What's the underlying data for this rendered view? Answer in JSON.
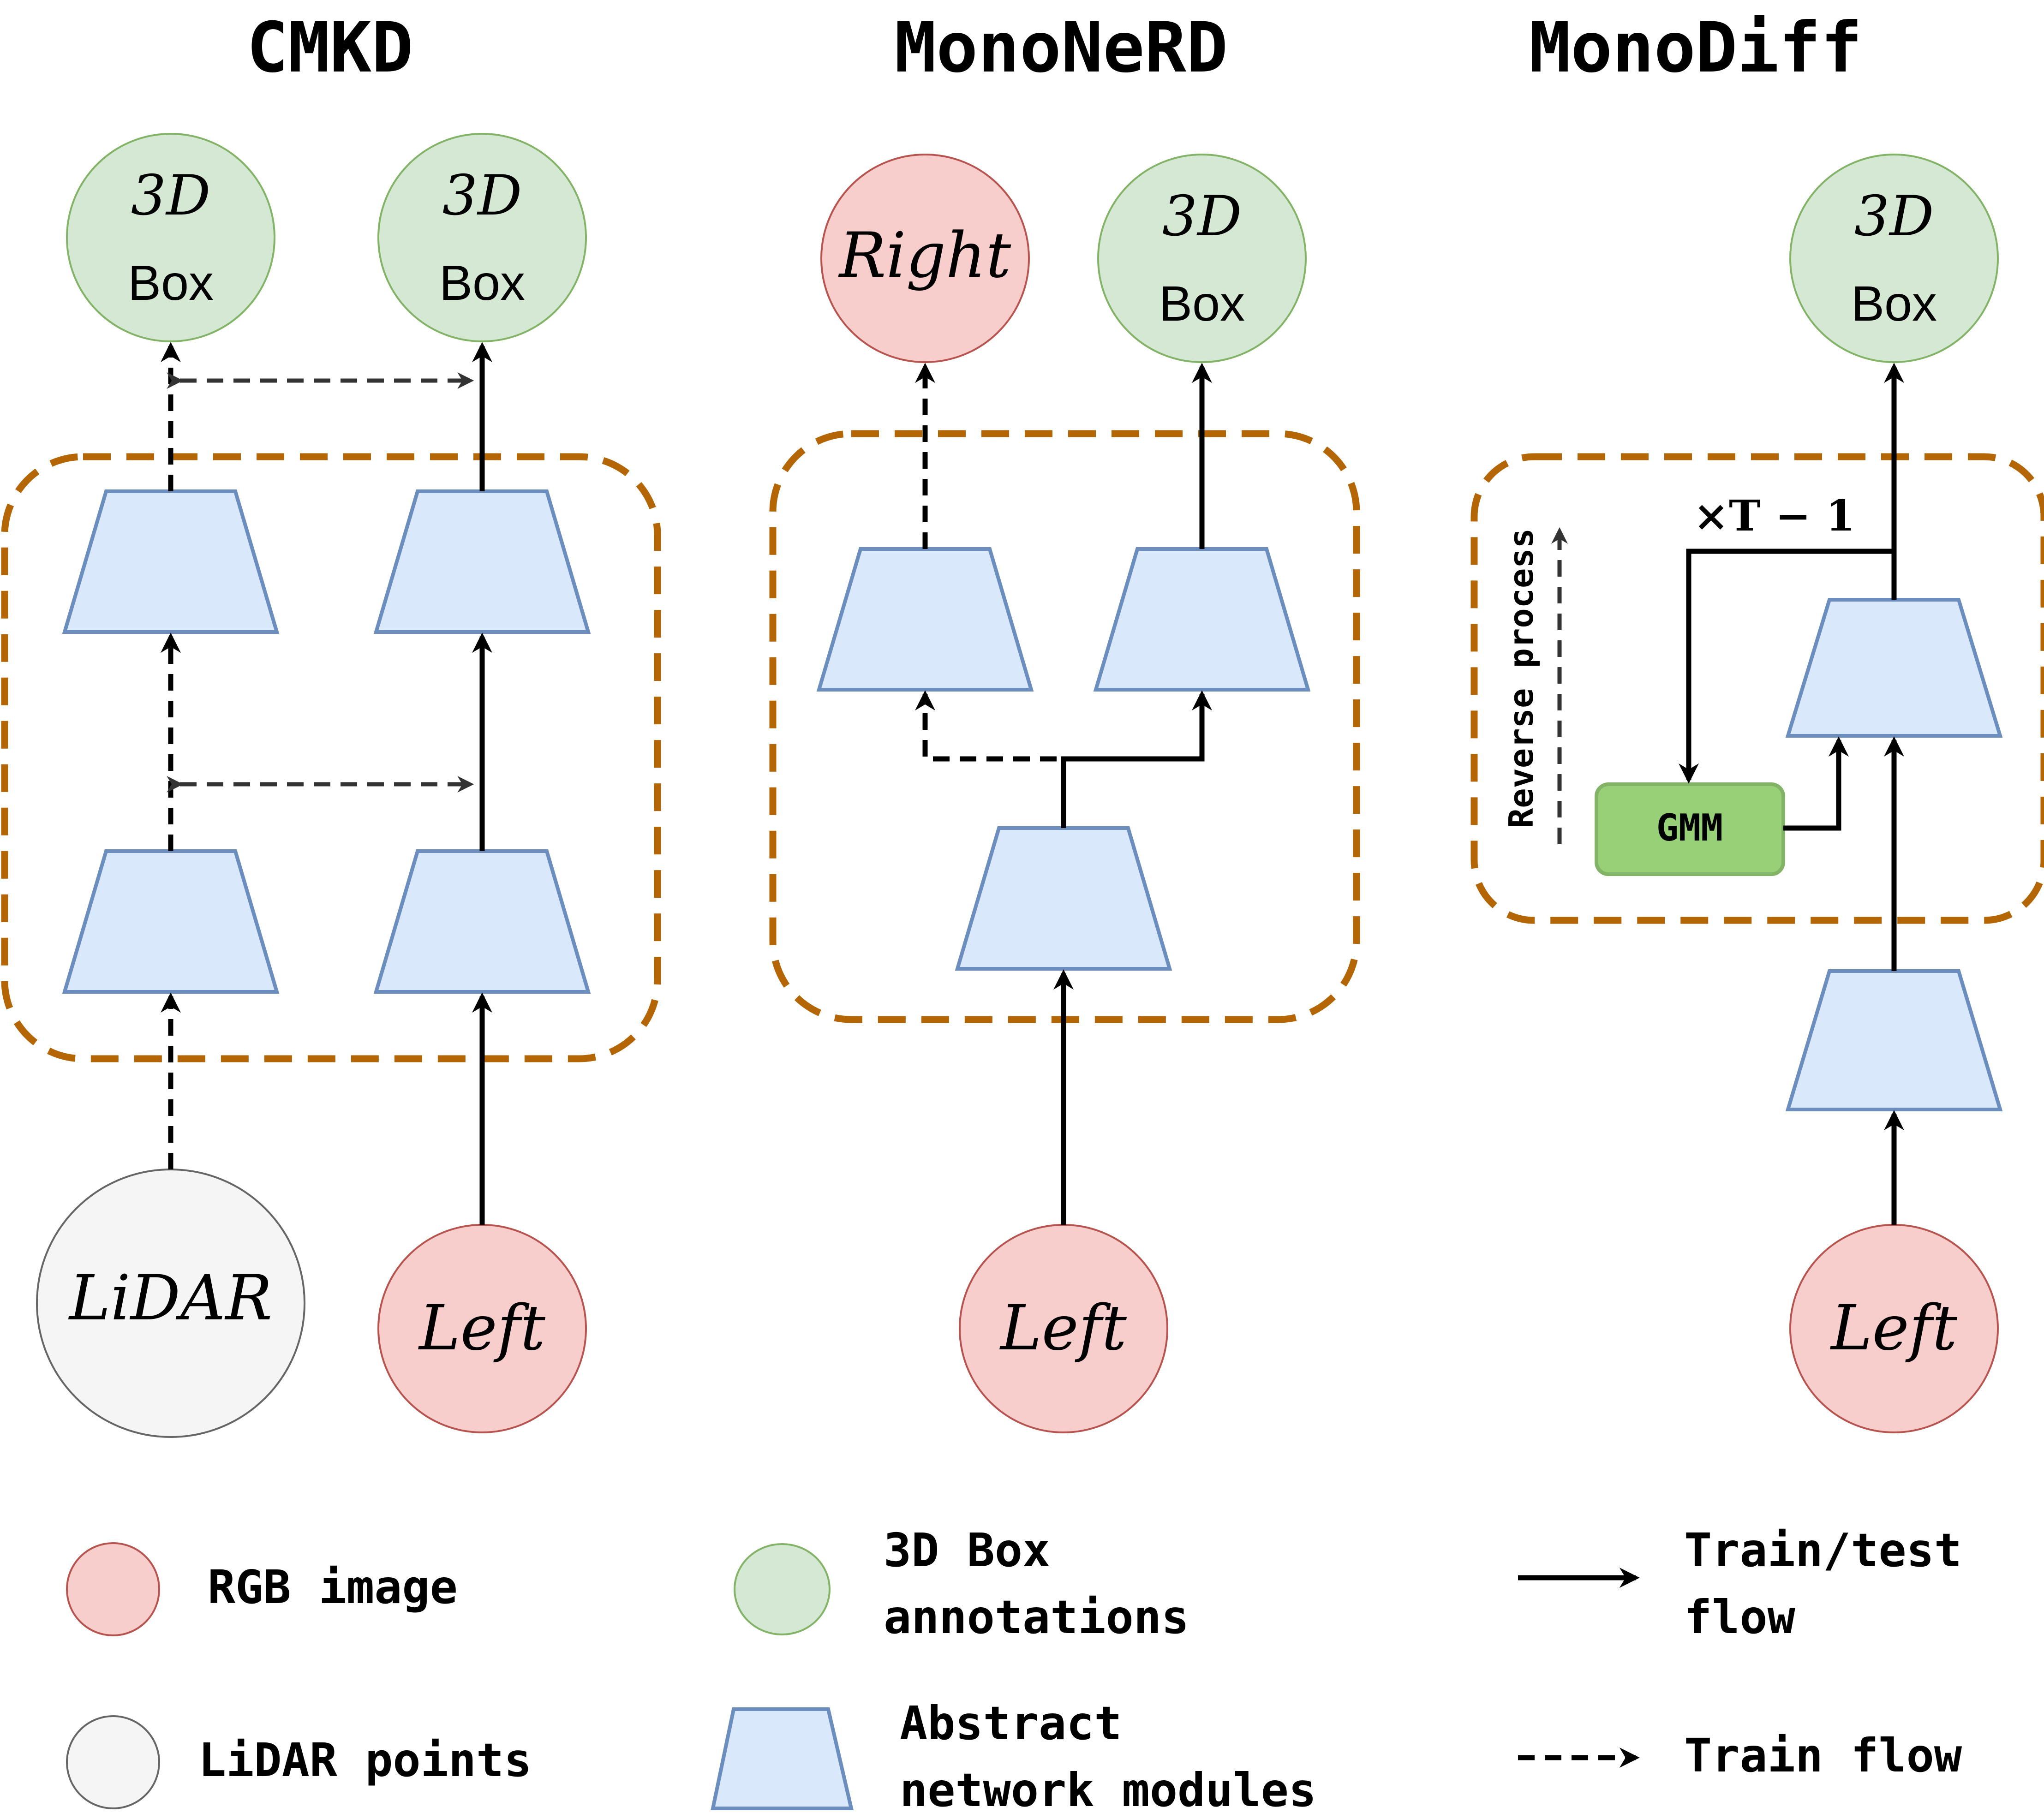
{
  "titles": {
    "cmkd": "CMKD",
    "mononerd": "MonoNeRD",
    "monodiff": "MonoDiff"
  },
  "nodes": {
    "box_3d": "3D",
    "box_word": "Box",
    "right": "Right",
    "left": "Left",
    "lidar": "LiDAR",
    "gmm": "GMM"
  },
  "annotations": {
    "times": "×T − 1",
    "reverse_process": "Reverse process"
  },
  "legend": {
    "rgb_image": "RGB image",
    "lidar_points": "LiDAR points",
    "box_line1": "3D Box",
    "box_line2": "annotations",
    "abstract_line1": "Abstract",
    "abstract_line2": "network modules",
    "train_test_line1": "Train/test",
    "train_test_line2": "flow",
    "train_flow": "Train flow"
  },
  "colors": {
    "rgb_fill": "#f8cecc",
    "box_fill": "#d5e8d4",
    "lidar_fill": "#f5f5f5",
    "module_fill": "#dae8fc",
    "gmm_fill": "#97d077",
    "region_border": "#b46504"
  }
}
